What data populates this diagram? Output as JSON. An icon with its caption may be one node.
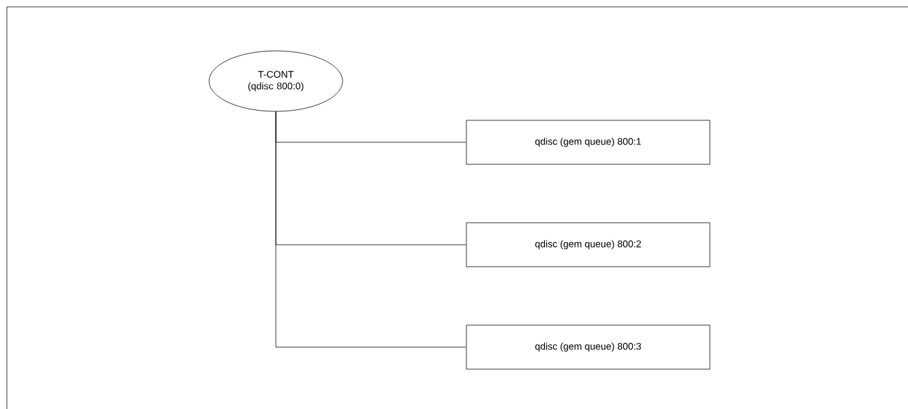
{
  "diagram": {
    "nodes": [
      {
        "text": [
          "T-CONT (qdisc 800:0)"
        ]
      },
      {
        "text": [
          "qdisc (gem queue) 800:1"
        ]
      },
      {
        "text": [
          "qdisc (gem queue) 800:2"
        ]
      },
      {
        "text": [
          "qdisc (gem queue) 800:3"
        ]
      }
    ],
    "edges": [
      {
        "from": 0,
        "to": 1,
        "arrow": "none"
      },
      {
        "from": 0,
        "to": 2,
        "arrow": "none"
      },
      {
        "from": 0,
        "to": 3,
        "arrow": "none"
      }
    ]
  }
}
